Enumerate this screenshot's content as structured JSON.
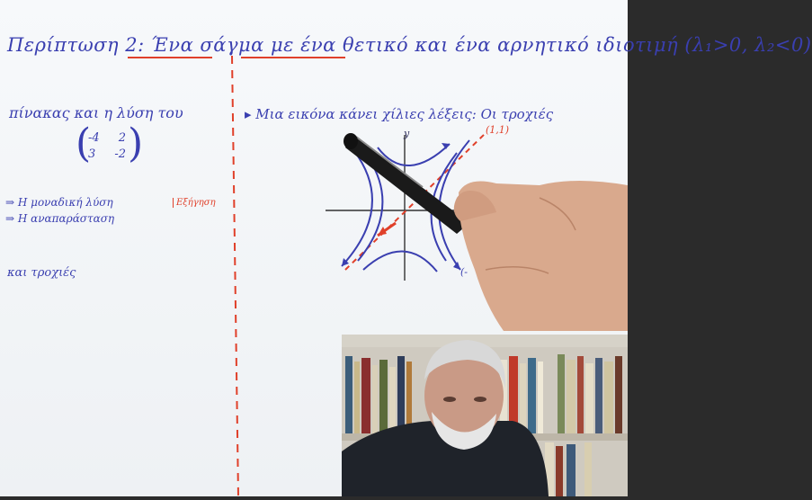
{
  "board": {
    "title": "Περίπτωση 2: Ένα σάγμα με ένα θετικό και ένα αρνητικό ιδιοτιμή (λ₁>0, λ₂<0)",
    "left_line_1": "πίνακας και η λύση του",
    "matrix_row_1": [
      "-4",
      "2"
    ],
    "matrix_row_2": [
      "3",
      "-2"
    ],
    "left_line_2": "⇒ Η μοναδική λύση",
    "left_line_3": "⇒ Η αναπαράσταση",
    "left_red_note": "Εξήγηση",
    "left_line_4": "και τροχιές",
    "right_line_1": "▸ Μια εικόνα κάνει χίλιες λέξεις: Οι τροχιές",
    "axis_y_label": "y",
    "point_label": "(1,1)",
    "corner_label": "(-"
  },
  "colors": {
    "ink_blue": "#3a3fb0",
    "ink_red": "#e0402a",
    "board_bg": "#f4f6f8"
  }
}
